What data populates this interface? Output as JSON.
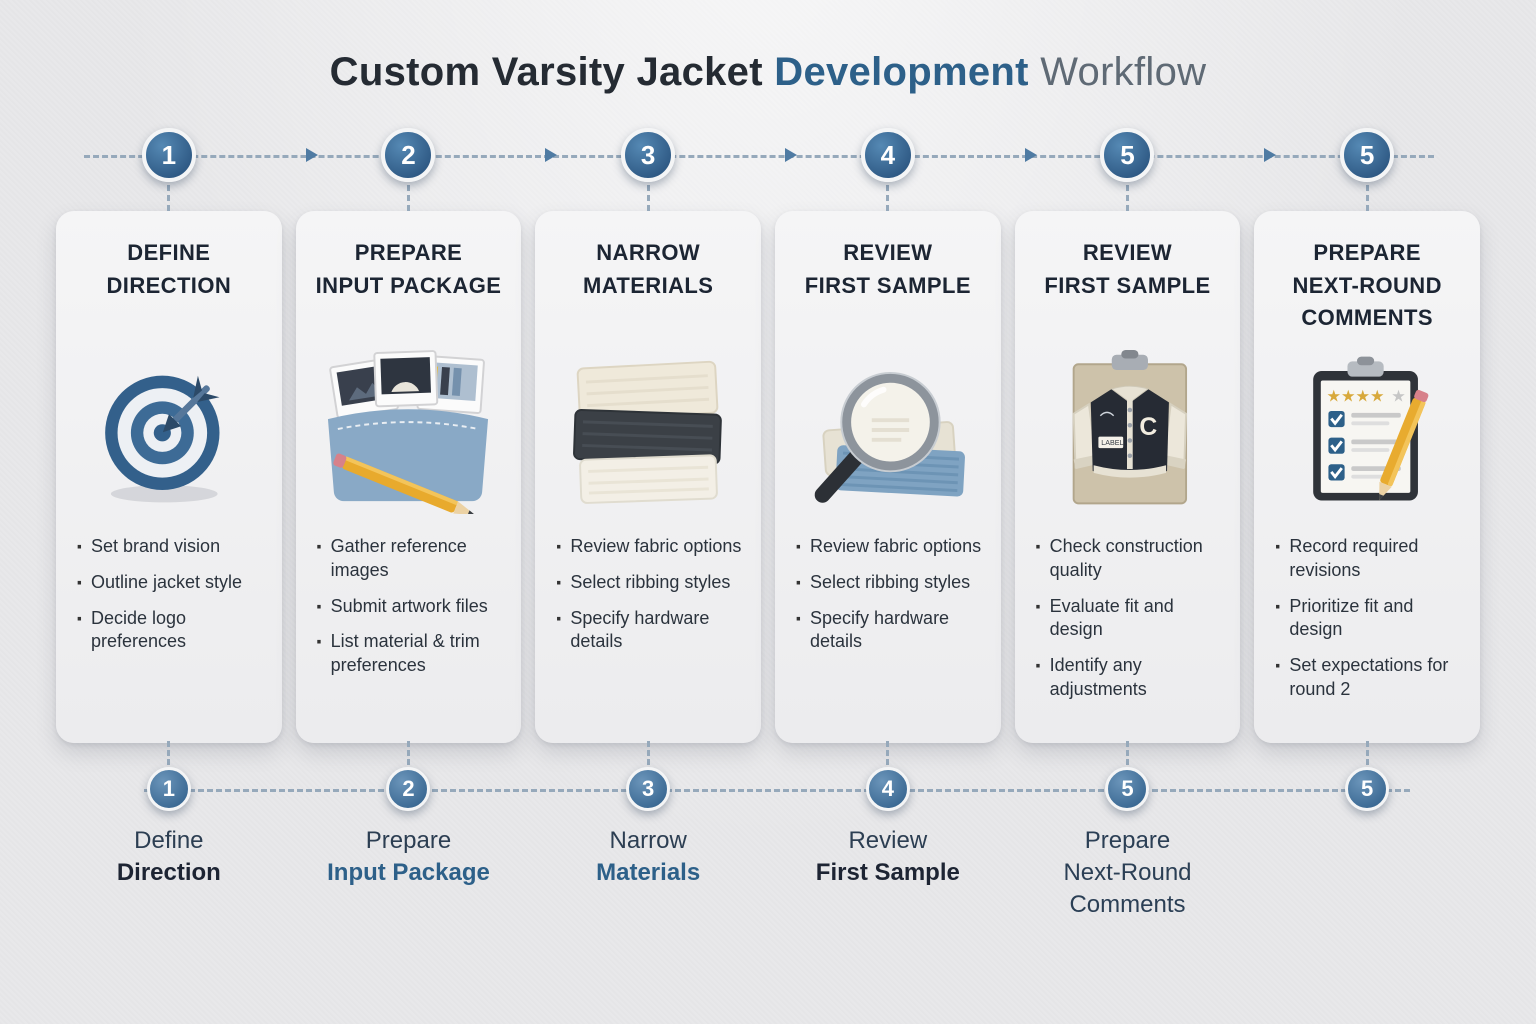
{
  "title": {
    "part1": "Custom Varsity Jacket",
    "part2": "Development",
    "part3": "Workflow"
  },
  "colors": {
    "accent_blue": "#2d6089",
    "badge_blue": "#33608b",
    "title_dark": "#252b33",
    "workflow_gray": "#5f6a75",
    "background": "#e8e8ea",
    "card_background": "#f2f2f4",
    "dashed_line": "#96a9bb",
    "bullet_text": "#2b333d"
  },
  "steps": [
    {
      "number": "1",
      "title_line1": "DEFINE",
      "title_line2": "DIRECTION",
      "icon": "target-dart-icon",
      "bullets": [
        "Set brand vision",
        "Outline jacket style",
        "Decide logo preferences"
      ]
    },
    {
      "number": "2",
      "title_line1": "PREPARE",
      "title_line2": "INPUT PACKAGE",
      "icon": "reference-folder-icon",
      "bullets": [
        "Gather reference images",
        "Submit artwork files",
        "List material & trim preferences"
      ]
    },
    {
      "number": "3",
      "title_line1": "NARROW",
      "title_line2": "MATERIALS",
      "icon": "fabric-swatches-icon",
      "bullets": [
        "Review fabric options",
        "Select ribbing styles",
        "Specify hardware details"
      ]
    },
    {
      "number": "4",
      "title_line1": "REVIEW",
      "title_line2": "FIRST SAMPLE",
      "icon": "magnifier-swatch-icon",
      "bullets": [
        "Review fabric options",
        "Select ribbing styles",
        "Specify hardware details"
      ]
    },
    {
      "number": "5",
      "title_line1": "REVIEW",
      "title_line2": "FIRST SAMPLE",
      "icon": "varsity-jacket-icon",
      "icon_text": "LABEL",
      "bullets": [
        "Check construction quality",
        "Evaluate fit and design",
        "Identify any adjustments"
      ]
    },
    {
      "number": "5",
      "title_line1": "PREPARE",
      "title_line2": "NEXT-ROUND",
      "title_line3": "COMMENTS",
      "icon": "comments-checklist-icon",
      "bullets": [
        "Record required revisions",
        "Prioritize fit and design",
        "Set expectations for round 2"
      ]
    }
  ],
  "bottom_timeline": [
    {
      "number": "1",
      "line1": "Define",
      "line2": "Direction"
    },
    {
      "number": "2",
      "line1": "Prepare",
      "line2": "Input Package"
    },
    {
      "number": "3",
      "line1": "Narrow",
      "line2": "Materials"
    },
    {
      "number": "4",
      "line1": "Review",
      "line2": "First Sample"
    },
    {
      "number": "5",
      "line1": "Prepare",
      "line2": "Next-Round",
      "line3": "Comments"
    },
    {
      "number": "5"
    }
  ]
}
